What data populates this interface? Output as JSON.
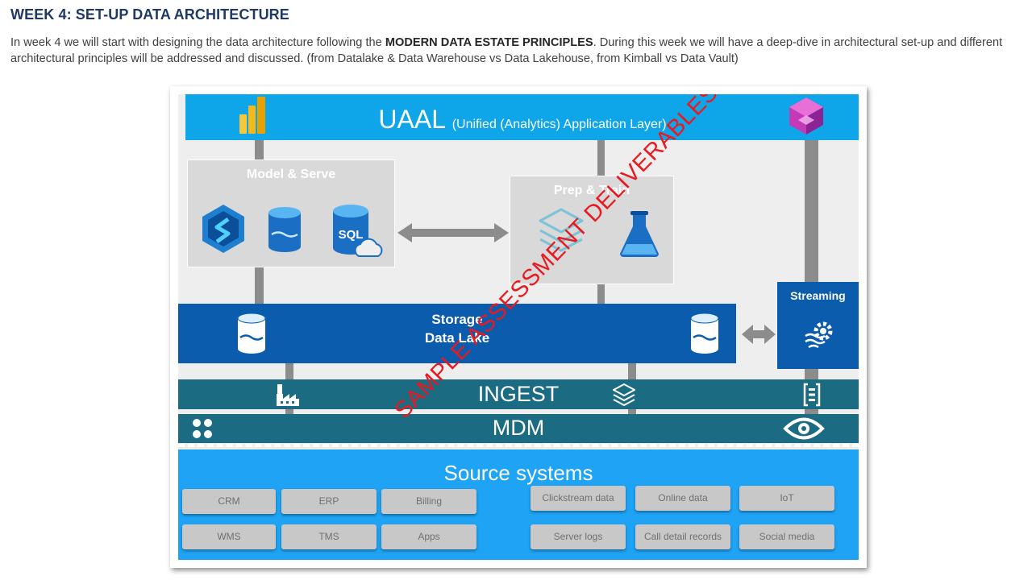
{
  "header": {
    "title": "WEEK 4: SET-UP DATA ARCHITECTURE",
    "intro_part1": "In week 4 we will start with designing the data architecture following the ",
    "intro_bold": "MODERN DATA ESTATE PRINCIPLES",
    "intro_part2": ". During this week we will have a deep-dive in architectural set-up and different architectural principles will be addressed and discussed. (from Datalake & Data Warehouse vs Data Lakehouse, from Kimball vs Data Vault)"
  },
  "diagram": {
    "uaal": {
      "title": "UAAL",
      "subtitle": "(Unified (Analytics) Application Layer)"
    },
    "model_serve": {
      "title": "Model & Serve",
      "sql_label": "SQL"
    },
    "prep_train": {
      "title": "Prep & Train"
    },
    "storage": {
      "line1": "Storage",
      "line2": "Data Lake"
    },
    "streaming": {
      "title": "Streaming"
    },
    "ingest": {
      "title": "INGEST"
    },
    "mdm": {
      "title": "MDM"
    },
    "source": {
      "title": "Source systems",
      "left_row1": [
        "CRM",
        "ERP",
        "Billing"
      ],
      "left_row2": [
        "WMS",
        "TMS",
        "Apps"
      ],
      "right_row1": [
        "Clickstream data",
        "Online data",
        "IoT"
      ],
      "right_row2": [
        "Server logs",
        "Call detail records",
        "Social media"
      ]
    },
    "watermark": "SAMPLE ASSESSMENT DELIVERABLES"
  },
  "icons": {
    "power_bi": "power-bi-icon",
    "power_apps": "power-apps-icon",
    "synapse": "synapse-icon",
    "database": "database-icon",
    "sql_cloud": "sql-database-icon",
    "databricks": "databricks-layers-icon",
    "ml_flask": "machine-learning-flask-icon",
    "factory": "data-factory-icon",
    "event_hub": "event-hub-icon",
    "purview": "purview-eye-icon",
    "dots": "grid-dots-icon",
    "stream_gear": "stream-analytics-gear-icon",
    "double_arrow": "double-arrow-icon"
  },
  "colors": {
    "title": "#1f3864",
    "uaal": "#0ea5e9",
    "storage": "#0b5cad",
    "ingest_mdm": "#1b6b82",
    "source": "#1fa3f5",
    "watermark": "#e8191f"
  }
}
